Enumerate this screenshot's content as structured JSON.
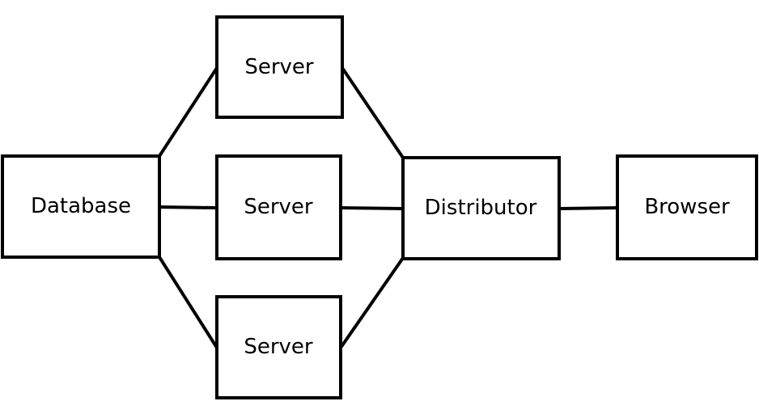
{
  "diagram": {
    "nodes": {
      "database": "Database",
      "server_top": "Server",
      "server_middle": "Server",
      "server_bottom": "Server",
      "distributor": "Distributor",
      "browser": "Browser"
    }
  }
}
